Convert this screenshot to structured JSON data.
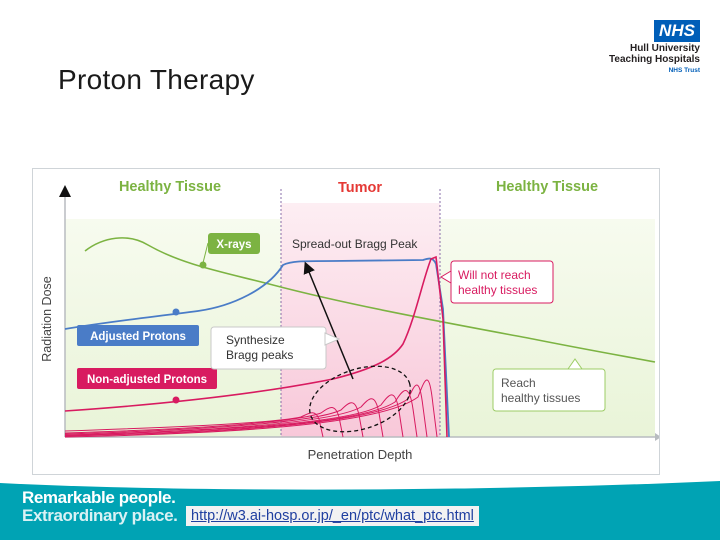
{
  "slide": {
    "title": "Proton Therapy"
  },
  "logo": {
    "nhs": "NHS",
    "line1": "Hull University",
    "line2": "Teaching Hospitals",
    "line3": "NHS Trust",
    "brand_color": "#005eb8"
  },
  "diagram": {
    "regions": {
      "left": "Healthy Tissue",
      "center": "Tumor",
      "right": "Healthy Tissue"
    },
    "axis": {
      "x": "Penetration Depth",
      "y": "Radiation Dose"
    },
    "labels": {
      "xrays": "X-rays",
      "adjusted": "Adjusted Protons",
      "nonadjusted": "Non-adjusted Protons",
      "sobp": "Spread-out Bragg Peak",
      "synth_line1": "Synthesize",
      "synth_line2": "Bragg peaks",
      "wont_line1": "Will not reach",
      "wont_line2": "healthy tissues",
      "reach_line1": "Reach",
      "reach_line2": "healthy tissues"
    },
    "colors": {
      "xray": "#7cb342",
      "adjusted": "#4a7cc7",
      "nonadjusted": "#d81b60",
      "tumor_bg": "#fce4ec",
      "healthy_bg": "#f1f8e9",
      "header_green": "#7cb342",
      "header_red": "#e53935"
    }
  },
  "footer": {
    "tagline1": "Remarkable people.",
    "tagline2": "Extraordinary place.",
    "url": "http://w3.ai-hosp.or.jp/_en/ptc/what_ptc.html",
    "color": "#00a3b4"
  }
}
